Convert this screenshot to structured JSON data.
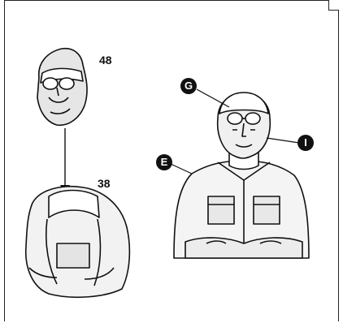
{
  "part_numbers": {
    "head": "48",
    "torso": "38"
  },
  "callouts": {
    "goggles": "G",
    "face": "I",
    "jacket": "E"
  },
  "colors": {
    "ink": "#111111",
    "shade": "#d9d9d9"
  }
}
